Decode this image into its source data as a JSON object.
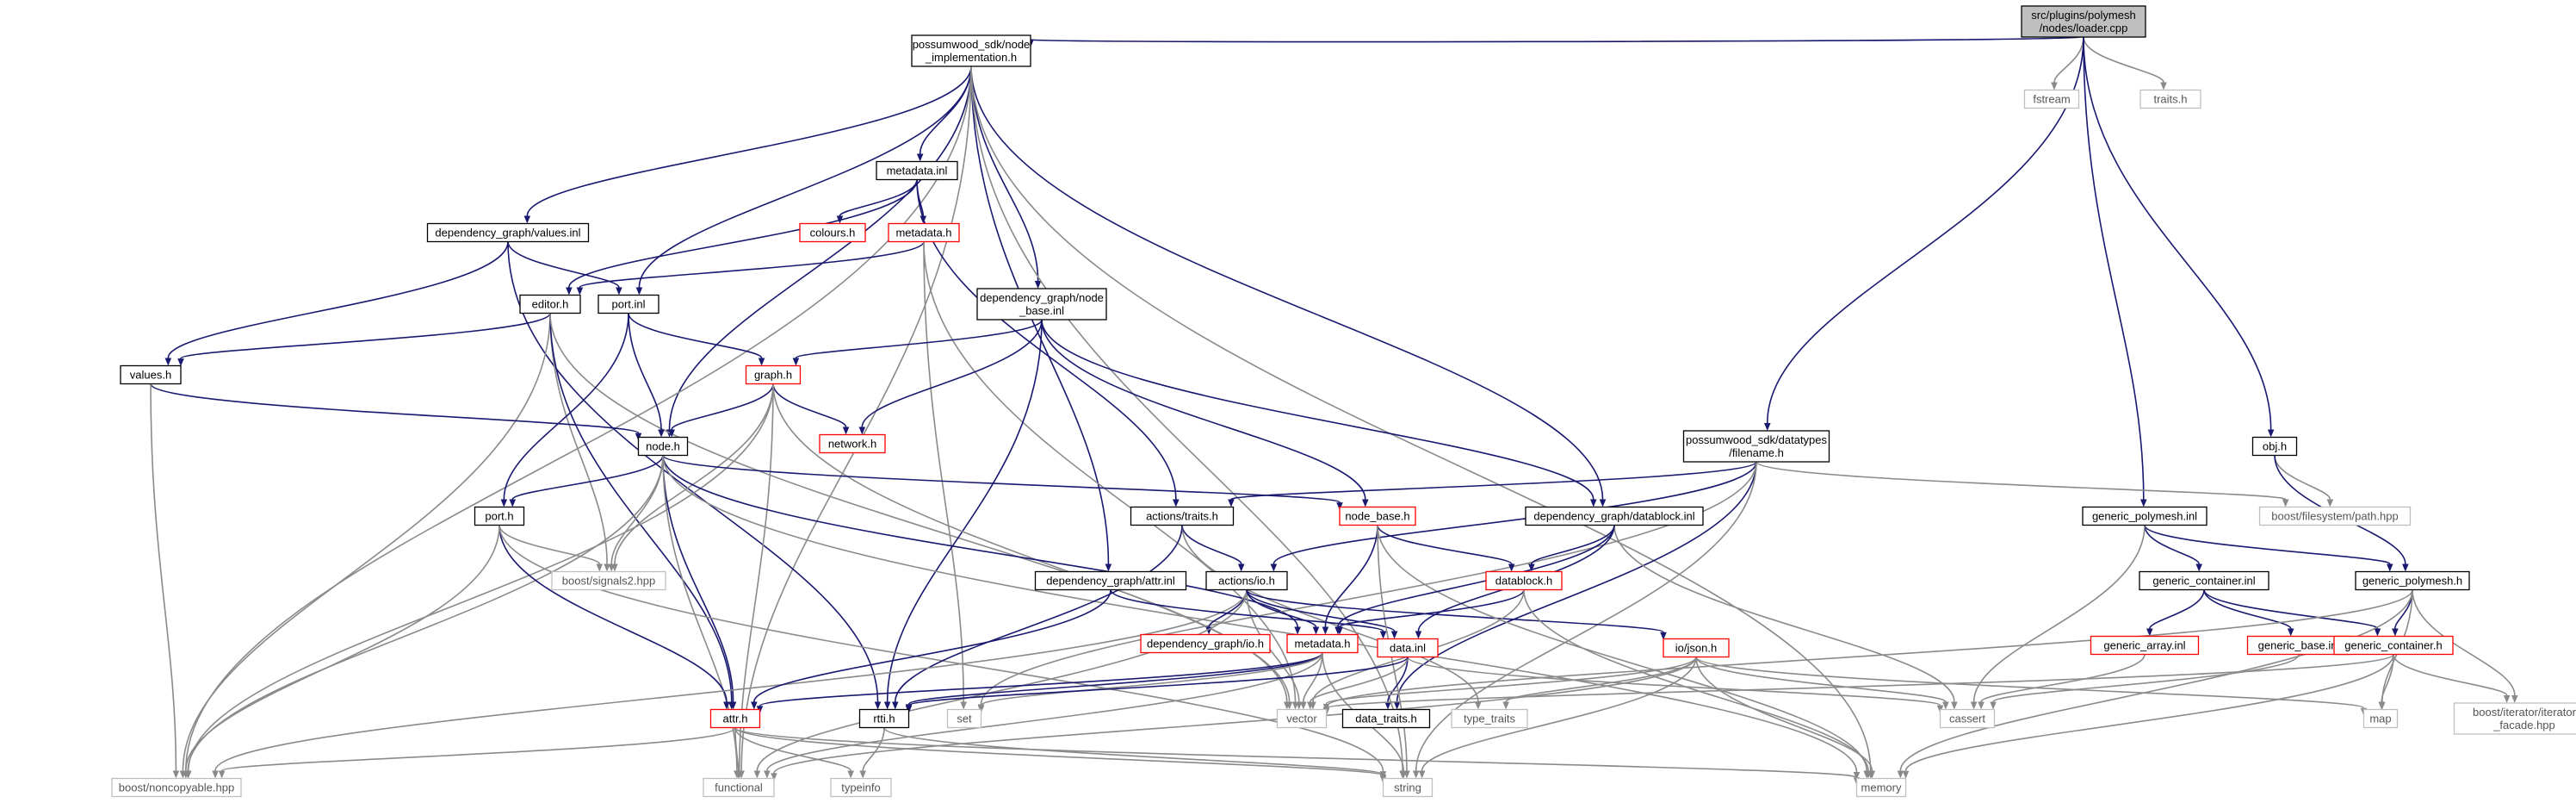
{
  "diagram": {
    "nodes": [
      {
        "id": "loader",
        "lines": [
          "src/plugins/polymesh",
          "/nodes/loader.cpp"
        ],
        "kind": "root"
      },
      {
        "id": "node_impl",
        "lines": [
          "possumwood_sdk/node",
          "_implementation.h"
        ],
        "kind": "normal"
      },
      {
        "id": "fstream",
        "lines": [
          "fstream"
        ],
        "kind": "external"
      },
      {
        "id": "traits_h",
        "lines": [
          "traits.h"
        ],
        "kind": "external"
      },
      {
        "id": "metadata_inl",
        "lines": [
          "metadata.inl"
        ],
        "kind": "normal"
      },
      {
        "id": "colours_h",
        "lines": [
          "colours.h"
        ],
        "kind": "truncated"
      },
      {
        "id": "metadata_h1",
        "lines": [
          "metadata.h"
        ],
        "kind": "truncated"
      },
      {
        "id": "values_inl",
        "lines": [
          "dependency_graph/values.inl"
        ],
        "kind": "normal"
      },
      {
        "id": "editor_h",
        "lines": [
          "editor.h"
        ],
        "kind": "normal"
      },
      {
        "id": "port_inl",
        "lines": [
          "port.inl"
        ],
        "kind": "normal"
      },
      {
        "id": "node_base_inl",
        "lines": [
          "dependency_graph/node",
          "_base.inl"
        ],
        "kind": "normal"
      },
      {
        "id": "values_h",
        "lines": [
          "values.h"
        ],
        "kind": "normal"
      },
      {
        "id": "graph_h",
        "lines": [
          "graph.h"
        ],
        "kind": "truncated"
      },
      {
        "id": "network_h",
        "lines": [
          "network.h"
        ],
        "kind": "truncated"
      },
      {
        "id": "node_h",
        "lines": [
          "node.h"
        ],
        "kind": "normal"
      },
      {
        "id": "filename_h",
        "lines": [
          "possumwood_sdk/datatypes",
          "/filename.h"
        ],
        "kind": "normal"
      },
      {
        "id": "obj_h",
        "lines": [
          "obj.h"
        ],
        "kind": "normal"
      },
      {
        "id": "fs_path",
        "lines": [
          "boost/filesystem/path.hpp"
        ],
        "kind": "external"
      },
      {
        "id": "port_h",
        "lines": [
          "port.h"
        ],
        "kind": "normal"
      },
      {
        "id": "signals2",
        "lines": [
          "boost/signals2.hpp"
        ],
        "kind": "external"
      },
      {
        "id": "actions_traits",
        "lines": [
          "actions/traits.h"
        ],
        "kind": "normal"
      },
      {
        "id": "node_base_h",
        "lines": [
          "node_base.h"
        ],
        "kind": "truncated"
      },
      {
        "id": "datablock_inl",
        "lines": [
          "dependency_graph/datablock.inl"
        ],
        "kind": "normal"
      },
      {
        "id": "gp_inl",
        "lines": [
          "generic_polymesh.inl"
        ],
        "kind": "normal"
      },
      {
        "id": "gc_inl",
        "lines": [
          "generic_container.inl"
        ],
        "kind": "normal"
      },
      {
        "id": "gp_h",
        "lines": [
          "generic_polymesh.h"
        ],
        "kind": "normal"
      },
      {
        "id": "attr_inl",
        "lines": [
          "dependency_graph/attr.inl"
        ],
        "kind": "normal"
      },
      {
        "id": "actions_io",
        "lines": [
          "actions/io.h"
        ],
        "kind": "normal"
      },
      {
        "id": "datablock_h",
        "lines": [
          "datablock.h"
        ],
        "kind": "truncated"
      },
      {
        "id": "dg_io",
        "lines": [
          "dependency_graph/io.h"
        ],
        "kind": "truncated"
      },
      {
        "id": "metadata_h2",
        "lines": [
          "metadata.h"
        ],
        "kind": "truncated"
      },
      {
        "id": "data_inl",
        "lines": [
          "data.inl"
        ],
        "kind": "truncated"
      },
      {
        "id": "json_h",
        "lines": [
          "io/json.h"
        ],
        "kind": "truncated"
      },
      {
        "id": "garray_inl",
        "lines": [
          "generic_array.inl"
        ],
        "kind": "truncated"
      },
      {
        "id": "gbase_inl",
        "lines": [
          "generic_base.inl"
        ],
        "kind": "truncated"
      },
      {
        "id": "gcont_h",
        "lines": [
          "generic_container.h"
        ],
        "kind": "truncated"
      },
      {
        "id": "attr_h",
        "lines": [
          "attr.h"
        ],
        "kind": "truncated"
      },
      {
        "id": "rtti_h",
        "lines": [
          "rtti.h"
        ],
        "kind": "normal"
      },
      {
        "id": "set",
        "lines": [
          "set"
        ],
        "kind": "external"
      },
      {
        "id": "vector",
        "lines": [
          "vector"
        ],
        "kind": "external"
      },
      {
        "id": "data_traits",
        "lines": [
          "data_traits.h"
        ],
        "kind": "normal"
      },
      {
        "id": "type_traits",
        "lines": [
          "type_traits"
        ],
        "kind": "external"
      },
      {
        "id": "cassert",
        "lines": [
          "cassert"
        ],
        "kind": "external"
      },
      {
        "id": "map",
        "lines": [
          "map"
        ],
        "kind": "external"
      },
      {
        "id": "iter_facade",
        "lines": [
          "boost/iterator/iterator",
          "_facade.hpp"
        ],
        "kind": "external"
      },
      {
        "id": "noncopyable",
        "lines": [
          "boost/noncopyable.hpp"
        ],
        "kind": "external"
      },
      {
        "id": "functional",
        "lines": [
          "functional"
        ],
        "kind": "external"
      },
      {
        "id": "typeinfo",
        "lines": [
          "typeinfo"
        ],
        "kind": "external"
      },
      {
        "id": "string",
        "lines": [
          "string"
        ],
        "kind": "external"
      },
      {
        "id": "memory",
        "lines": [
          "memory"
        ],
        "kind": "external"
      }
    ],
    "edges": [
      [
        "loader",
        "node_impl"
      ],
      [
        "loader",
        "fstream"
      ],
      [
        "loader",
        "traits_h"
      ],
      [
        "loader",
        "filename_h"
      ],
      [
        "loader",
        "gp_inl"
      ],
      [
        "loader",
        "obj_h"
      ],
      [
        "node_impl",
        "metadata_inl"
      ],
      [
        "node_impl",
        "values_inl"
      ],
      [
        "node_impl",
        "port_inl"
      ],
      [
        "node_impl",
        "node_h"
      ],
      [
        "node_impl",
        "node_base_inl"
      ],
      [
        "node_impl",
        "attr_inl"
      ],
      [
        "node_impl",
        "datablock_inl"
      ],
      [
        "node_impl",
        "noncopyable"
      ],
      [
        "node_impl",
        "functional"
      ],
      [
        "node_impl",
        "string"
      ],
      [
        "node_impl",
        "memory"
      ],
      [
        "metadata_inl",
        "colours_h"
      ],
      [
        "metadata_inl",
        "metadata_h1"
      ],
      [
        "metadata_inl",
        "editor_h"
      ],
      [
        "metadata_inl",
        "actions_traits"
      ],
      [
        "metadata_h1",
        "editor_h"
      ],
      [
        "metadata_h1",
        "vector"
      ],
      [
        "metadata_h1",
        "set"
      ],
      [
        "values_inl",
        "values_h"
      ],
      [
        "values_inl",
        "port_inl"
      ],
      [
        "values_inl",
        "rtti_h"
      ],
      [
        "editor_h",
        "values_h"
      ],
      [
        "editor_h",
        "signals2"
      ],
      [
        "editor_h",
        "noncopyable"
      ],
      [
        "editor_h",
        "attr_h"
      ],
      [
        "editor_h",
        "vector"
      ],
      [
        "port_inl",
        "node_h"
      ],
      [
        "port_inl",
        "graph_h"
      ],
      [
        "port_inl",
        "port_h"
      ],
      [
        "node_base_inl",
        "graph_h"
      ],
      [
        "node_base_inl",
        "network_h"
      ],
      [
        "node_base_inl",
        "node_base_h"
      ],
      [
        "node_base_inl",
        "datablock_inl"
      ],
      [
        "node_base_inl",
        "rtti_h"
      ],
      [
        "values_h",
        "node_h"
      ],
      [
        "values_h",
        "noncopyable"
      ],
      [
        "graph_h",
        "node_h"
      ],
      [
        "graph_h",
        "network_h"
      ],
      [
        "graph_h",
        "signals2"
      ],
      [
        "graph_h",
        "noncopyable"
      ],
      [
        "graph_h",
        "functional"
      ],
      [
        "graph_h",
        "vector"
      ],
      [
        "node_h",
        "port_h"
      ],
      [
        "node_h",
        "signals2"
      ],
      [
        "node_h",
        "node_base_h"
      ],
      [
        "node_h",
        "metadata_h2"
      ],
      [
        "node_h",
        "attr_h"
      ],
      [
        "node_h",
        "noncopyable"
      ],
      [
        "node_h",
        "functional"
      ],
      [
        "node_h",
        "memory"
      ],
      [
        "port_h",
        "signals2"
      ],
      [
        "port_h",
        "attr_h"
      ],
      [
        "port_h",
        "noncopyable"
      ],
      [
        "port_h",
        "string"
      ],
      [
        "filename_h",
        "actions_traits"
      ],
      [
        "filename_h",
        "actions_io"
      ],
      [
        "filename_h",
        "fs_path"
      ],
      [
        "filename_h",
        "data_traits"
      ],
      [
        "filename_h",
        "string"
      ],
      [
        "filename_h",
        "set"
      ],
      [
        "obj_h",
        "fs_path"
      ],
      [
        "obj_h",
        "gp_h"
      ],
      [
        "actions_traits",
        "actions_io"
      ],
      [
        "actions_traits",
        "type_traits"
      ],
      [
        "actions_traits",
        "rtti_h"
      ],
      [
        "actions_io",
        "dg_io"
      ],
      [
        "actions_io",
        "data_inl"
      ],
      [
        "actions_io",
        "json_h"
      ],
      [
        "actions_io",
        "functional"
      ],
      [
        "actions_io",
        "vector"
      ],
      [
        "actions_io",
        "noncopyable"
      ],
      [
        "actions_io",
        "metadata_h2"
      ],
      [
        "node_base_h",
        "datablock_h"
      ],
      [
        "node_base_h",
        "metadata_h2"
      ],
      [
        "node_base_h",
        "memory"
      ],
      [
        "node_base_h",
        "string"
      ],
      [
        "datablock_inl",
        "datablock_h"
      ],
      [
        "datablock_inl",
        "data_inl"
      ],
      [
        "datablock_inl",
        "cassert"
      ],
      [
        "datablock_inl",
        "metadata_h2"
      ],
      [
        "datablock_h",
        "metadata_h2"
      ],
      [
        "datablock_h",
        "vector"
      ],
      [
        "datablock_h",
        "memory"
      ],
      [
        "attr_inl",
        "attr_h"
      ],
      [
        "attr_inl",
        "data_inl"
      ],
      [
        "metadata_h2",
        "attr_h"
      ],
      [
        "metadata_h2",
        "rtti_h"
      ],
      [
        "metadata_h2",
        "string"
      ],
      [
        "metadata_h2",
        "functional"
      ],
      [
        "metadata_h2",
        "set"
      ],
      [
        "metadata_h2",
        "vector"
      ],
      [
        "data_inl",
        "data_traits"
      ],
      [
        "data_inl",
        "cassert"
      ],
      [
        "data_inl",
        "vector"
      ],
      [
        "data_inl",
        "rtti_h"
      ],
      [
        "json_h",
        "vector"
      ],
      [
        "json_h",
        "type_traits"
      ],
      [
        "json_h",
        "string"
      ],
      [
        "json_h",
        "memory"
      ],
      [
        "json_h",
        "cassert"
      ],
      [
        "json_h",
        "map"
      ],
      [
        "json_h",
        "functional"
      ],
      [
        "gp_inl",
        "gc_inl"
      ],
      [
        "gp_inl",
        "gp_h"
      ],
      [
        "gp_inl",
        "cassert"
      ],
      [
        "gc_inl",
        "garray_inl"
      ],
      [
        "gc_inl",
        "gbase_inl"
      ],
      [
        "gc_inl",
        "gcont_h"
      ],
      [
        "gp_h",
        "gcont_h"
      ],
      [
        "gp_h",
        "vector"
      ],
      [
        "gp_h",
        "map"
      ],
      [
        "gp_h",
        "iter_facade"
      ],
      [
        "gp_h",
        "memory"
      ],
      [
        "garray_inl",
        "cassert"
      ],
      [
        "gbase_inl",
        "cassert"
      ],
      [
        "gcont_h",
        "vector"
      ],
      [
        "gcont_h",
        "map"
      ],
      [
        "gcont_h",
        "iter_facade"
      ],
      [
        "gcont_h",
        "memory"
      ],
      [
        "attr_h",
        "functional"
      ],
      [
        "attr_h",
        "typeinfo"
      ],
      [
        "attr_h",
        "string"
      ],
      [
        "attr_h",
        "memory"
      ],
      [
        "attr_h",
        "noncopyable"
      ],
      [
        "rtti_h",
        "typeinfo"
      ],
      [
        "rtti_h",
        "string"
      ]
    ]
  },
  "colors": {
    "edge": "#191970",
    "external_edge": "#8a8a8a",
    "root_fill": "#bfbfbf",
    "normal_border": "#000000",
    "truncated_border": "#ff0000",
    "external_border": "#bfbfbf",
    "external_text": "#555555"
  }
}
